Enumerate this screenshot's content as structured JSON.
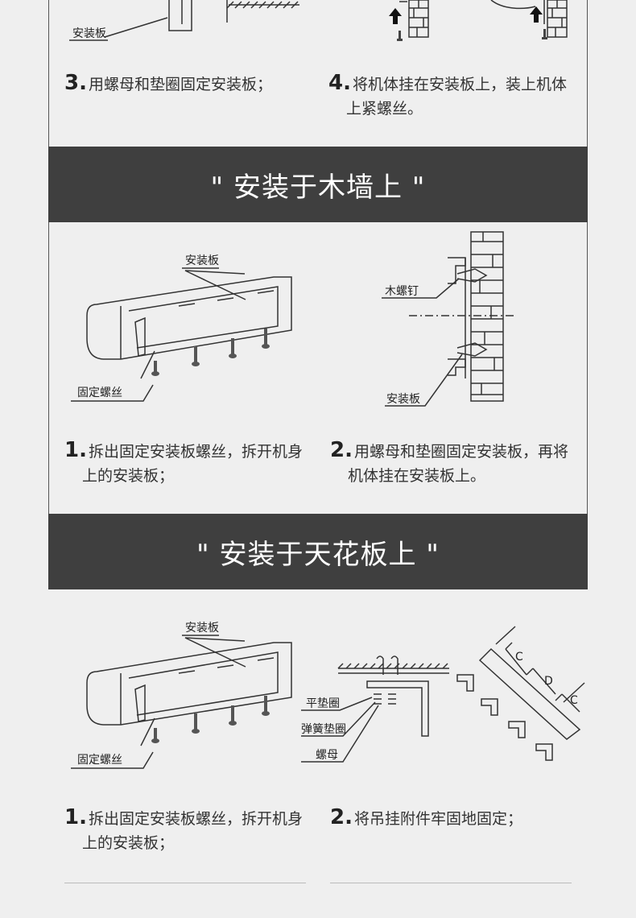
{
  "section_top": {
    "label_plate": "安装板",
    "step3": {
      "num": "3.",
      "text": "用螺母和垫圈固定安装板；"
    },
    "step4": {
      "num": "4.",
      "line1": "将机体挂在安装板上，装上机体",
      "line2": "上紧螺丝。"
    }
  },
  "section_wood": {
    "title": "\" 安装于木墙上 \"",
    "labels": {
      "plate": "安装板",
      "screw": "固定螺丝",
      "wood_screw": "木螺钉",
      "plate2": "安装板"
    },
    "step1": {
      "num": "1.",
      "line1": "拆出固定安装板螺丝，拆开机身",
      "line2": "上的安装板；"
    },
    "step2": {
      "num": "2.",
      "line1": "用螺母和垫圈固定安装板，再将",
      "line2": "机体挂在安装板上。"
    }
  },
  "section_ceiling": {
    "title": "\" 安装于天花板上 \"",
    "labels": {
      "plate": "安装板",
      "screw": "固定螺丝",
      "flat_washer": "平垫圈",
      "spring_washer": "弹簧垫圈",
      "nut": "螺母",
      "dim_c": "C",
      "dim_d": "D"
    },
    "step1": {
      "num": "1.",
      "line1": "拆出固定安装板螺丝，拆开机身",
      "line2": "上的安装板；"
    },
    "step2": {
      "num": "2.",
      "text": "将吊挂附件牢固地固定；"
    }
  }
}
